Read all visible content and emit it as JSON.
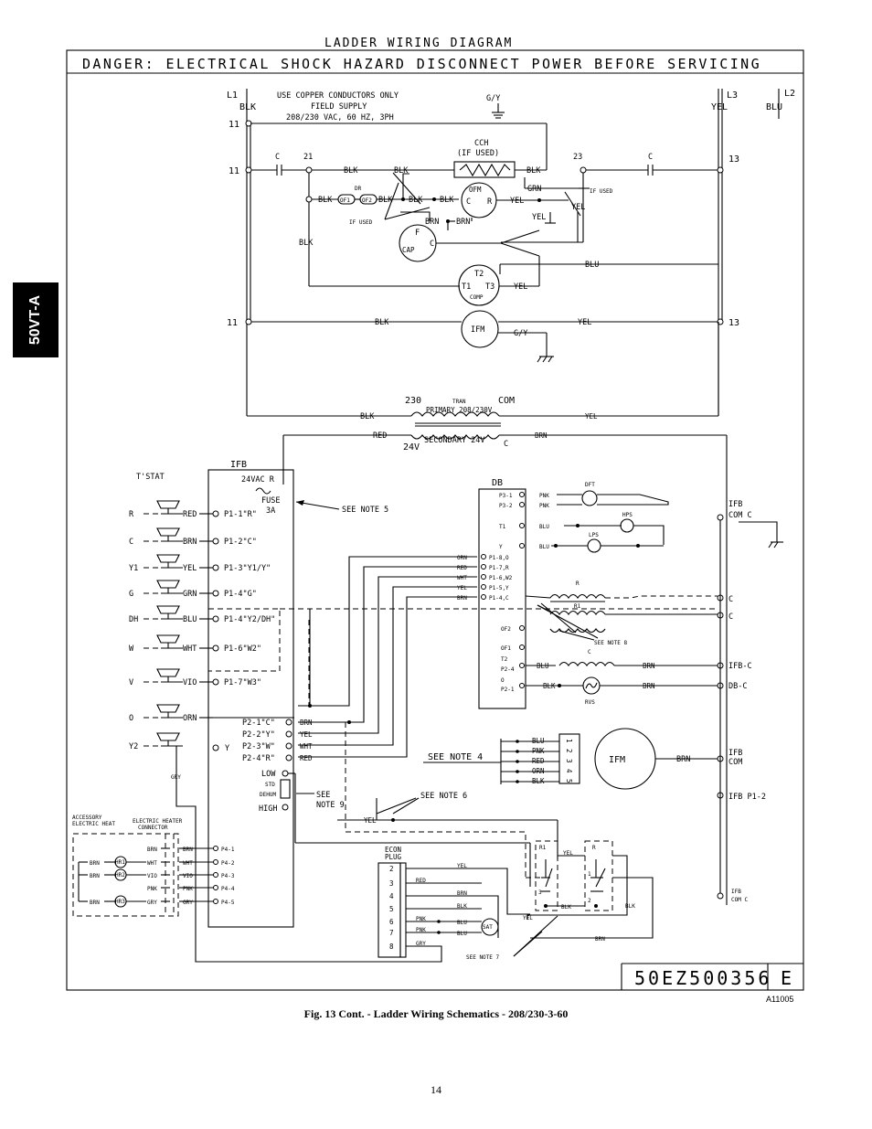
{
  "side_tab": "50VT-A",
  "diagram": {
    "title": "LADDER WIRING DIAGRAM",
    "danger": "DANGER: ELECTRICAL SHOCK HAZARD DISCONNECT POWER BEFORE SERVICING",
    "supply": {
      "l1": "L1",
      "l1_wire": "BLK",
      "l3": "L3",
      "l3_wire": "YEL",
      "l2": "L2",
      "l2_wire": "BLU",
      "note1": "USE COPPER CONDUCTORS ONLY",
      "note2": "FIELD SUPPLY",
      "note3": "208/230 VAC, 60 HZ, 3PH",
      "ground": "G/Y"
    },
    "terminals": {
      "t11": "11",
      "t13": "13",
      "t21": "21",
      "t23": "23",
      "c": "C"
    },
    "wires": {
      "blk": "BLK",
      "yel": "YEL",
      "blu": "BLU",
      "grn": "GRN",
      "brn": "BRN",
      "red": "RED",
      "gy": "G/Y",
      "wht": "WHT",
      "vio": "VIO",
      "orn": "ORN",
      "pnk": "PNK",
      "gry": "GRY"
    },
    "power": {
      "cch": "CCH",
      "cch_note": "(IF USED)",
      "dr": "DR",
      "of1": "OF1",
      "of2": "OF2",
      "if_used": "IF USED",
      "ofm": "OFM",
      "ofm_c": "C",
      "ofm_r": "R",
      "cap": "CAP",
      "cap_f": "F",
      "cap_c": "C",
      "t2": "T2",
      "t1": "T1",
      "t3": "T3",
      "comp": "COMP",
      "ifm": "IFM"
    },
    "transformer": {
      "v230": "230",
      "tran": "TRAN",
      "primary": "PRIMARY 208/230V",
      "com": "COM",
      "v24": "24V",
      "secondary": "SECONDARY 24V",
      "c": "C"
    },
    "tstat": {
      "label": "T'STAT",
      "terminals": [
        "R",
        "C",
        "Y1",
        "G",
        "DH",
        "W",
        "V",
        "O",
        "Y2"
      ],
      "wires": [
        "RED",
        "BRN",
        "YEL",
        "GRN",
        "BLU",
        "WHT",
        "VIO",
        "ORN"
      ],
      "y2_wire": "GRY"
    },
    "ifb": {
      "label": "IFB",
      "vac": "24VAC R",
      "fuse": "FUSE",
      "fuse_a": "3A",
      "note5": "SEE NOTE 5",
      "pins": [
        "P1-1\"R\"",
        "P1-2\"C\"",
        "P1-3\"Y1/Y\"",
        "P1-4\"G\"",
        "P1-4\"Y2/DH\"",
        "P1-6\"W2\"",
        "P1-7\"W3\""
      ],
      "y": "Y",
      "p2": [
        "P2-1\"C\"",
        "P2-2\"Y\"",
        "P2-3\"W\"",
        "P2-4\"R\""
      ],
      "low": "LOW",
      "std": "STD",
      "dehum": "DEHUM",
      "high": "HIGH",
      "note9a": "SEE",
      "note9b": "NOTE 9",
      "p4": [
        "P4-1",
        "P4-2",
        "P4-3",
        "P4-4",
        "P4-5"
      ]
    },
    "db": {
      "label": "DB",
      "p3": [
        "P3-1",
        "P3-2"
      ],
      "t1": "T1",
      "y": "Y",
      "p1": [
        "P1-8,O",
        "P1-7,R",
        "P1-6,W2",
        "P1-5,Y",
        "P1-4,C"
      ],
      "of2": "OF2",
      "of1": "OF1",
      "t2": "T2",
      "p24": "P2-4",
      "o": "O",
      "p21": "P2-1",
      "dft": "DFT",
      "hps": "HPS",
      "lps": "LPS",
      "r": "R",
      "r1": "R1",
      "note8": "SEE NOTE 8",
      "c": "C",
      "rvs": "RVS"
    },
    "right_bus": {
      "ifb_com_c1": "IFB",
      "ifb_com_c2": "COM C",
      "c1": "C",
      "c2": "C",
      "ifb_c": "IFB-C",
      "db_c": "DB-C",
      "ifb_com1": "IFB",
      "ifb_com2": "COM",
      "ifb_p12": "IFB P1-2",
      "ifb_com_c3": "IFB",
      "ifb_com_c4": "COM C"
    },
    "ifm_motor": {
      "label": "IFM",
      "pins": [
        "1",
        "2",
        "3",
        "4",
        "5"
      ],
      "wires": [
        "BLU",
        "PNK",
        "RED",
        "ORN",
        "BLK"
      ],
      "out": "BRN",
      "note4": "SEE NOTE 4"
    },
    "note6": "SEE NOTE 6",
    "heater": {
      "accessory1": "ACCESSORY",
      "accessory2": "ELECTRIC HEAT",
      "connector1": "ELECTRIC HEATER",
      "connector2": "CONNECTOR",
      "hr": [
        "HR1",
        "HR2",
        "HR3"
      ]
    },
    "econ": {
      "label1": "ECON",
      "label2": "PLUG",
      "pins": [
        "2",
        "3",
        "4",
        "5",
        "6",
        "7",
        "8"
      ],
      "sat": "SAT",
      "note7": "SEE NOTE 7"
    },
    "relays": {
      "r1": "R1",
      "r": "R",
      "n1": "1",
      "n2": "2",
      "n3": "3"
    },
    "drawing_no": "50EZ500356",
    "rev": "E"
  },
  "figure": {
    "code": "A11005",
    "caption": "Fig. 13 Cont. - Ladder Wiring Schematics - 208/230-3-60"
  },
  "page_number": "14"
}
